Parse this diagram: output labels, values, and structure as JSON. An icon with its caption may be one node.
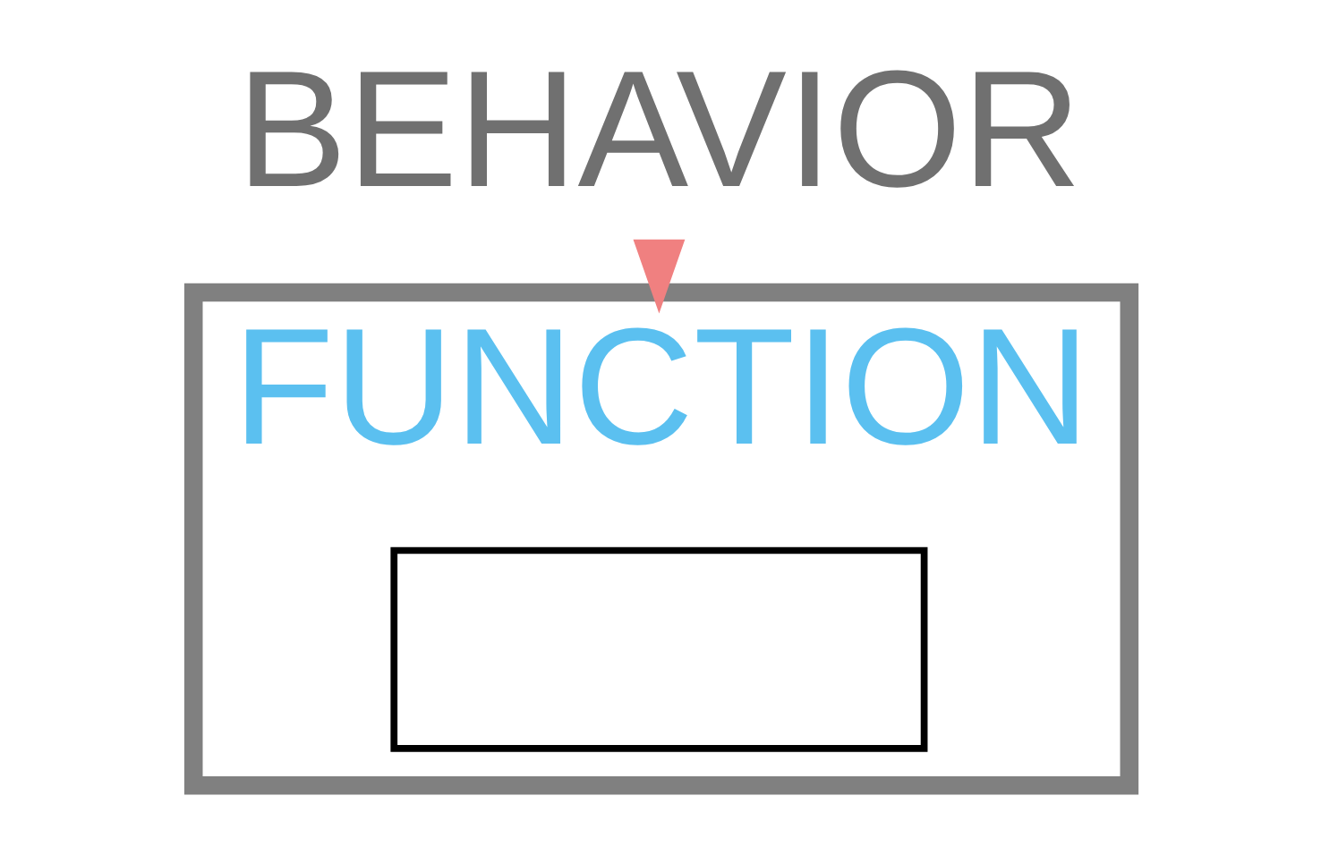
{
  "diagram": {
    "nodes": [
      {
        "text": [
          "BEHAVIOR"
        ]
      },
      {
        "text": [
          "FUNCTION"
        ]
      },
      {
        "text": [],
        "shape": "box",
        "in": 1
      }
    ],
    "edges": [
      {
        "from": 0,
        "to": 1,
        "arrow": "to",
        "color": "#f08080"
      }
    ]
  }
}
